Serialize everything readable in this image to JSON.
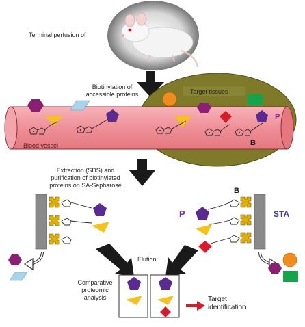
{
  "labels": {
    "terminal_perfusion": "Terminal perfusion of",
    "biotinylation_line1": "Biotinylation of",
    "biotinylation_line2": "accessible proteins",
    "target_tissues": "Target tissues",
    "blood_vessel": "Blood vessel",
    "p_vessel": "P",
    "b_vessel": "B",
    "extraction_line1": "Extraction (SDS) and",
    "extraction_line2": "purification of biotinylated",
    "extraction_line3": "proteins on SA-Sepharose",
    "b_right": "B",
    "p_right": "P",
    "sta": "STA",
    "elution": "Elution",
    "comparative_line1": "Comparative",
    "comparative_line2": "proteomic",
    "comparative_line3": "analysis",
    "target_line1": "Target",
    "target_line2": "identification"
  },
  "colors": {
    "vessel_fill": "#f0939a",
    "vessel_stroke": "#8a2f36",
    "tissue_fill": "#7e7a2a",
    "purple": "#5b2a91",
    "magenta": "#8b1f73",
    "yellow": "#f5c21d",
    "light_blue": "#a9d4ea",
    "orange": "#f08b1e",
    "green": "#16a34a",
    "red": "#d81b2b",
    "arrow_black": "#1a1a1a",
    "bead_gray": "#8a8a8a",
    "streptavidin": "#e0b000",
    "sta_blue": "#3a3aa8",
    "p_purple": "#7a2aa0"
  },
  "icons": [
    "rat-photo",
    "down-arrow",
    "hexagon",
    "pentagon",
    "triangle",
    "parallelogram",
    "circle",
    "rectangle",
    "diamond",
    "biotin-structure",
    "streptavidin-bead",
    "curved-arrow",
    "red-arrow"
  ]
}
